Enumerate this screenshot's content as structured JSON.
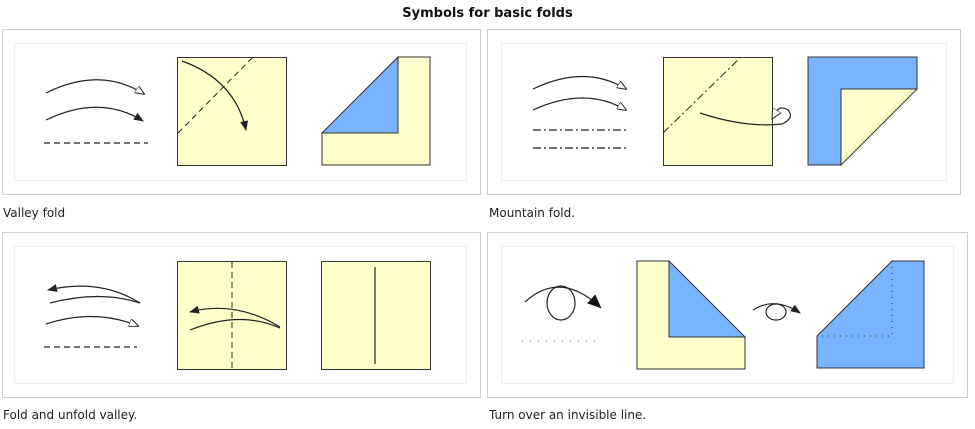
{
  "title": "Symbols for basic folds",
  "colors": {
    "paper_front": "#ffffcc",
    "paper_back": "#77b3ff",
    "line": "#222222"
  },
  "panels": [
    {
      "caption": "Valley fold"
    },
    {
      "caption": "Mountain fold."
    },
    {
      "caption": "Fold and unfold valley."
    },
    {
      "caption": "Turn over an invisible line."
    }
  ]
}
